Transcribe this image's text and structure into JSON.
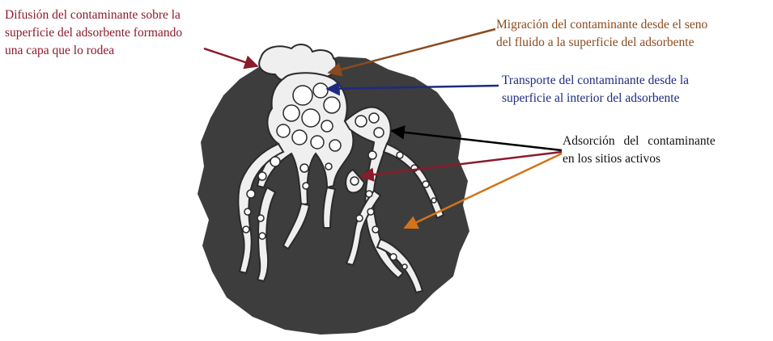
{
  "labels": {
    "difusion": {
      "lines": [
        "Difusión del contaminante sobre la",
        "superficie del adsorbente formando",
        "una capa que lo rodea"
      ],
      "color": "#8b1a2b"
    },
    "migracion": {
      "lines": [
        "Migración del contaminante desde el seno",
        "del fluido a la superficie del adsorbente"
      ],
      "color": "#8b4a1e"
    },
    "transporte": {
      "lines": [
        "Transporte del contaminante desde la",
        "superficie al interior del adsorbente"
      ],
      "color": "#1e2a80"
    },
    "adsorcion": {
      "lines": [
        "Adsorción del contaminante",
        "en los sitios activos"
      ],
      "color": "#111111"
    }
  },
  "colors": {
    "particle": "#3d3d3d",
    "pore_fill": "#efefef",
    "arrow_red": "#8b1a2b",
    "arrow_brown": "#8b4a1e",
    "arrow_blue": "#1e2a80",
    "arrow_black": "#000000",
    "arrow_orange": "#d4731a"
  }
}
